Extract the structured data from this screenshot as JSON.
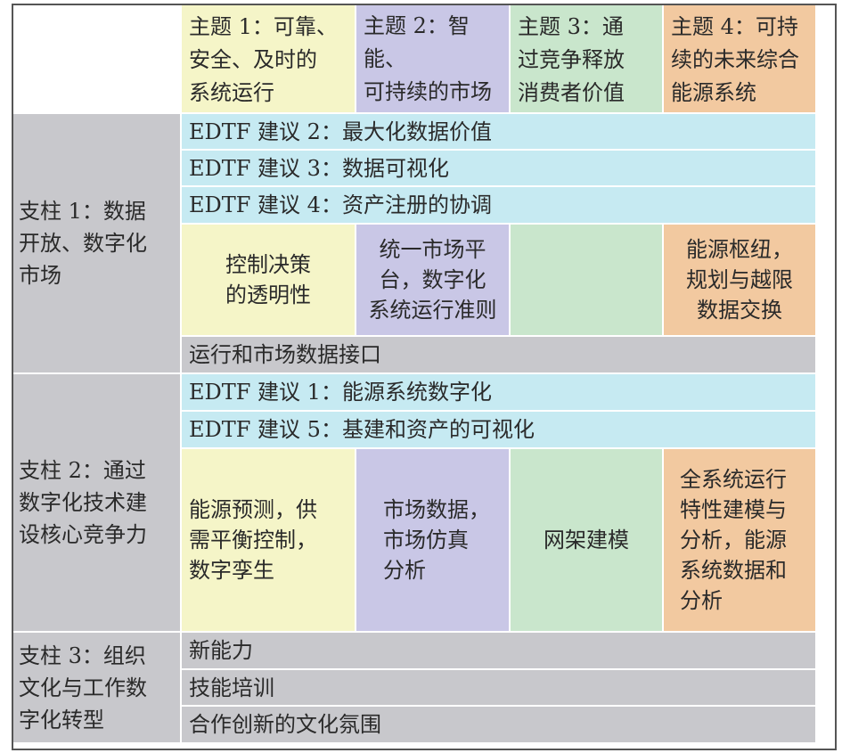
{
  "themes": [
    "主题 1：可靠、\n安全、及时的\n系统运行",
    "主题 2：智能、\n可持续的市场",
    "主题 3：通\n过竞争释放\n消费者价值",
    "主题 4：可持\n续的未来综合\n能源系统"
  ],
  "pillar1": {
    "label": "支柱 1：数据\n开放、数字化\n市场",
    "rec2": "EDTF 建议 2：最大化数据价值",
    "rec3": "EDTF 建议 3：数据可视化",
    "rec4": "EDTF 建议 4：资产注册的协调",
    "cells": [
      "控制决策\n的透明性",
      "统一市场平\n台，数字化\n系统运行准则",
      "",
      "能源枢纽，\n规划与越限\n数据交换"
    ],
    "interface": "运行和市场数据接口"
  },
  "pillar2": {
    "label": "支柱 2：通过\n数字化技术建\n设核心竞争力",
    "rec1": "EDTF 建议 1：能源系统数字化",
    "rec5": "EDTF 建议 5：基建和资产的可视化",
    "cells": [
      "能源预测，供\n需平衡控制，\n数字孪生",
      "市场数据，\n市场仿真\n分析",
      "网架建模",
      "全系统运行\n特性建模与\n分析，能源\n系统数据和\n分析"
    ]
  },
  "pillar3": {
    "label": "支柱 3：组织\n文化与工作数\n字化转型",
    "items": [
      "新能力",
      "技能培训",
      "合作创新的文化氛围"
    ]
  }
}
